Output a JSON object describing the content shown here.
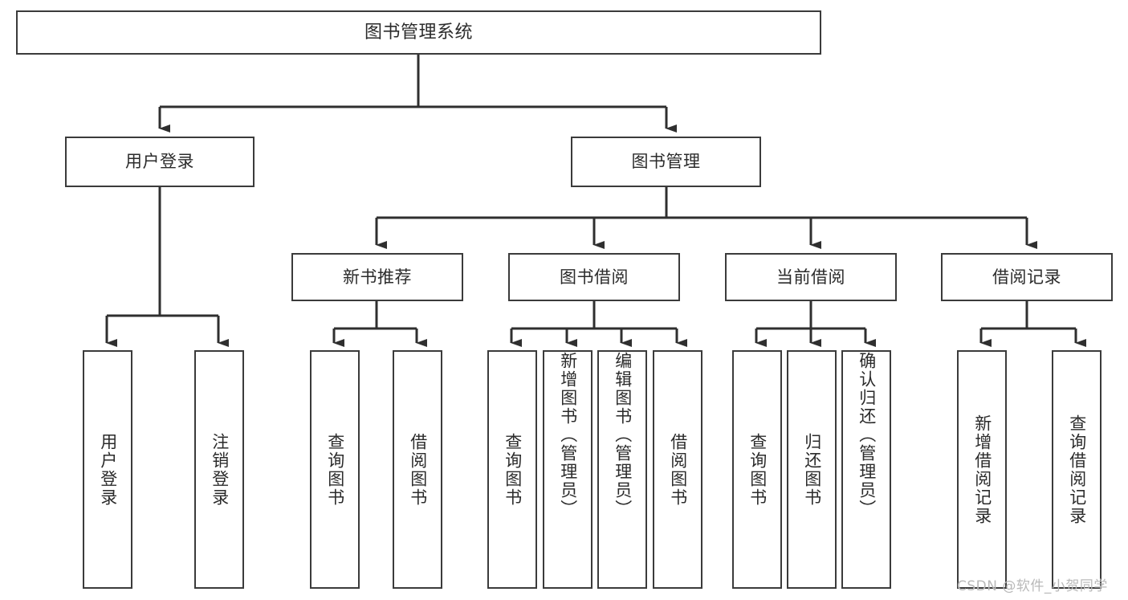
{
  "diagram": {
    "title": "图书管理系统",
    "type": "tree",
    "stroke_color": "#3b3b3b",
    "background_color": "#ffffff",
    "watermark": "CSDN @软件_小贺同学",
    "root": {
      "id": "root",
      "label": "图书管理系统"
    },
    "level2": [
      {
        "id": "user-login",
        "label": "用户登录"
      },
      {
        "id": "book-management",
        "label": "图书管理"
      }
    ],
    "level3": [
      {
        "id": "new-book-recommend",
        "label": "新书推荐",
        "parent": "book-management"
      },
      {
        "id": "book-borrow",
        "label": "图书借阅",
        "parent": "book-management"
      },
      {
        "id": "current-borrow",
        "label": "当前借阅",
        "parent": "book-management"
      },
      {
        "id": "borrow-record",
        "label": "借阅记录",
        "parent": "book-management"
      }
    ],
    "leaves": [
      {
        "id": "leaf-user-login",
        "label": "用户登录",
        "parent": "user-login"
      },
      {
        "id": "leaf-user-logout",
        "label": "注销登录",
        "parent": "user-login"
      },
      {
        "id": "leaf-query-book-1",
        "label": "查询图书",
        "parent": "new-book-recommend"
      },
      {
        "id": "leaf-borrow-book-1",
        "label": "借阅图书",
        "parent": "new-book-recommend"
      },
      {
        "id": "leaf-query-book-2",
        "label": "查询图书",
        "parent": "book-borrow"
      },
      {
        "id": "leaf-add-book",
        "label": "新增图书（管理员）",
        "parent": "book-borrow"
      },
      {
        "id": "leaf-edit-book",
        "label": "编辑图书（管理员）",
        "parent": "book-borrow"
      },
      {
        "id": "leaf-borrow-book-2",
        "label": "借阅图书",
        "parent": "book-borrow"
      },
      {
        "id": "leaf-query-book-3",
        "label": "查询图书",
        "parent": "current-borrow"
      },
      {
        "id": "leaf-return-book",
        "label": "归还图书",
        "parent": "current-borrow"
      },
      {
        "id": "leaf-confirm-return",
        "label": "确认归还（管理员）",
        "parent": "current-borrow"
      },
      {
        "id": "leaf-add-record",
        "label": "新增借阅记录",
        "parent": "borrow-record"
      },
      {
        "id": "leaf-query-record",
        "label": "查询借阅记录",
        "parent": "borrow-record"
      }
    ]
  }
}
